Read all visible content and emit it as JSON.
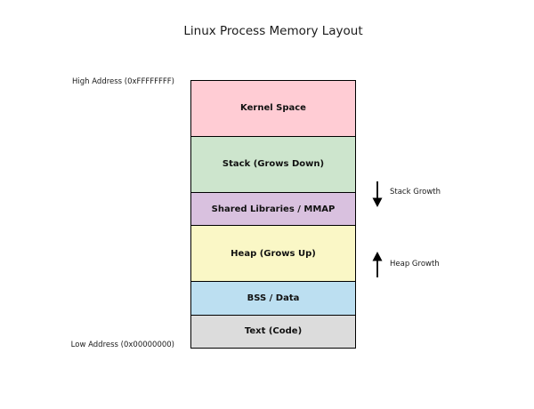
{
  "title": "Linux Process Memory Layout",
  "labels": {
    "high_address": "High Address (0xFFFFFFFF)",
    "low_address": "Low Address (0x00000000)"
  },
  "sections": [
    {
      "label": "Kernel Space",
      "color": "#ffccd4",
      "size": 2
    },
    {
      "label": "Stack (Grows Down)",
      "color": "#cde5cd",
      "size": 2
    },
    {
      "label": "Shared Libraries / MMAP",
      "color": "#d9c1df",
      "size": 1
    },
    {
      "label": "Heap (Grows Up)",
      "color": "#faf7c6",
      "size": 2
    },
    {
      "label": "BSS / Data",
      "color": "#bcdff1",
      "size": 1
    },
    {
      "label": "Text (Code)",
      "color": "#dcdcdc",
      "size": 1
    }
  ],
  "annotations": {
    "stack": {
      "label": "Stack Growth",
      "direction": "down"
    },
    "heap": {
      "label": "Heap Growth",
      "direction": "up"
    }
  },
  "colors": {
    "border": "#000000",
    "arrow": "#000000",
    "background": "#ffffff"
  }
}
